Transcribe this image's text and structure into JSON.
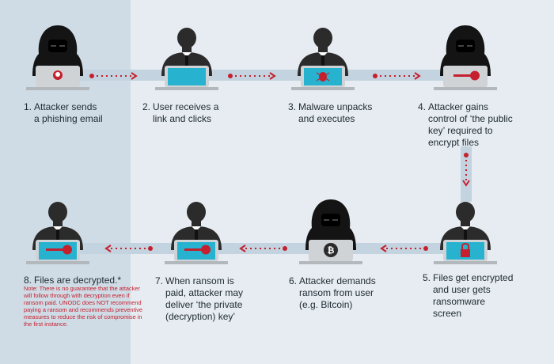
{
  "colors": {
    "background": "#e6ecf1",
    "left_panel": "#cfdce6",
    "band": "#c3d3df",
    "silhouette": "#2b2b2b",
    "hood": "#141414",
    "laptop_screen": "#27b3cf",
    "laptop_body": "#cfd3d6",
    "arrow": "#c5202e",
    "note_text": "#c5202e"
  },
  "steps": [
    {
      "num": "1.",
      "text": "Attacker sends\na phishing email",
      "actor": "attacker",
      "screen_icon": "skull-icon"
    },
    {
      "num": "2.",
      "text": "User receives a\nlink and clicks",
      "actor": "user",
      "screen_icon": "none"
    },
    {
      "num": "3.",
      "text": "Malware unpacks\nand executes",
      "actor": "user",
      "screen_icon": "bug-icon"
    },
    {
      "num": "4.",
      "text": "Attacker gains\ncontrol of ‘the public\nkey’ required to\nencrypt files",
      "actor": "attacker",
      "screen_icon": "key-icon"
    },
    {
      "num": "5.",
      "text": "Files get encrypted\nand user gets\nransomware\nscreen",
      "actor": "user",
      "screen_icon": "padlock-icon"
    },
    {
      "num": "6.",
      "text": "Attacker demands\nransom from user\n(e.g. Bitcoin)",
      "actor": "attacker",
      "screen_icon": "bitcoin-icon"
    },
    {
      "num": "7.",
      "text": "When ransom is\npaid, attacker may\ndeliver ‘the private\n(decryption) key’",
      "actor": "user",
      "screen_icon": "key-icon"
    },
    {
      "num": "8.",
      "text": "Files are decrypted.*",
      "actor": "user",
      "screen_icon": "key-icon"
    }
  ],
  "note": "Note: There is no guarantee that the attacker will follow through with decryption even if ransom paid. UNODC does NOT recommend paying a ransom and recommends preventive measures to reduce the risk of compromise in the first instance."
}
